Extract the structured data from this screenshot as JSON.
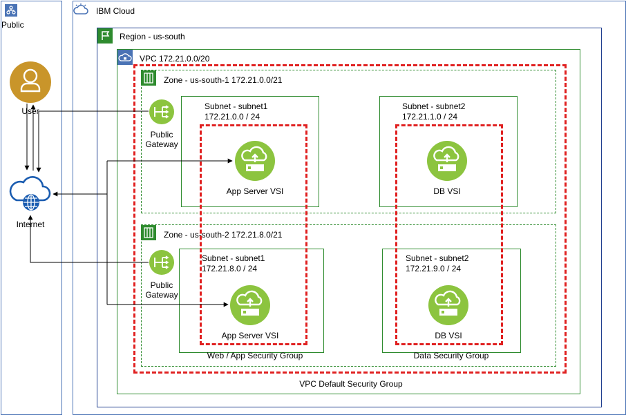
{
  "public": {
    "label": "Public",
    "user_label": "User",
    "internet_label": "Internet"
  },
  "cloud": {
    "label": "IBM Cloud"
  },
  "region": {
    "label": "Region - us-south"
  },
  "vpc": {
    "label": "VPC  172.21.0.0/20",
    "default_sg_label": "VPC Default Security Group"
  },
  "zones": [
    {
      "label": "Zone - us-south-1 172.21.0.0/21",
      "gateway_label": [
        "Public",
        "Gateway"
      ],
      "subnets": [
        {
          "name": "Subnet - subnet1",
          "cidr": "172.21.0.0 / 24",
          "vsi": "App Server VSI"
        },
        {
          "name": "Subnet - subnet2",
          "cidr": "172.21.1.0 / 24",
          "vsi": "DB VSI"
        }
      ]
    },
    {
      "label": "Zone - us-south-2 172.21.8.0/21",
      "gateway_label": [
        "Public",
        "Gateway"
      ],
      "subnets": [
        {
          "name": "Subnet - subnet1",
          "cidr": "172.21.8.0 / 24",
          "vsi": "App Server VSI"
        },
        {
          "name": "Subnet - subnet2",
          "cidr": "172.21.9.0 / 24",
          "vsi": "DB VSI"
        }
      ]
    }
  ],
  "security_groups": {
    "web": "Web / App Security Group",
    "data": "Data Security Group"
  },
  "colors": {
    "blue_border": "#1f3e8f",
    "public_border": "#4a73b5",
    "green": "#8cc43f",
    "zone_border": "#2e8b2e",
    "red_dashed": "#e02020",
    "user_gold": "#c9952a",
    "internet_blue": "#1a5cb0"
  }
}
